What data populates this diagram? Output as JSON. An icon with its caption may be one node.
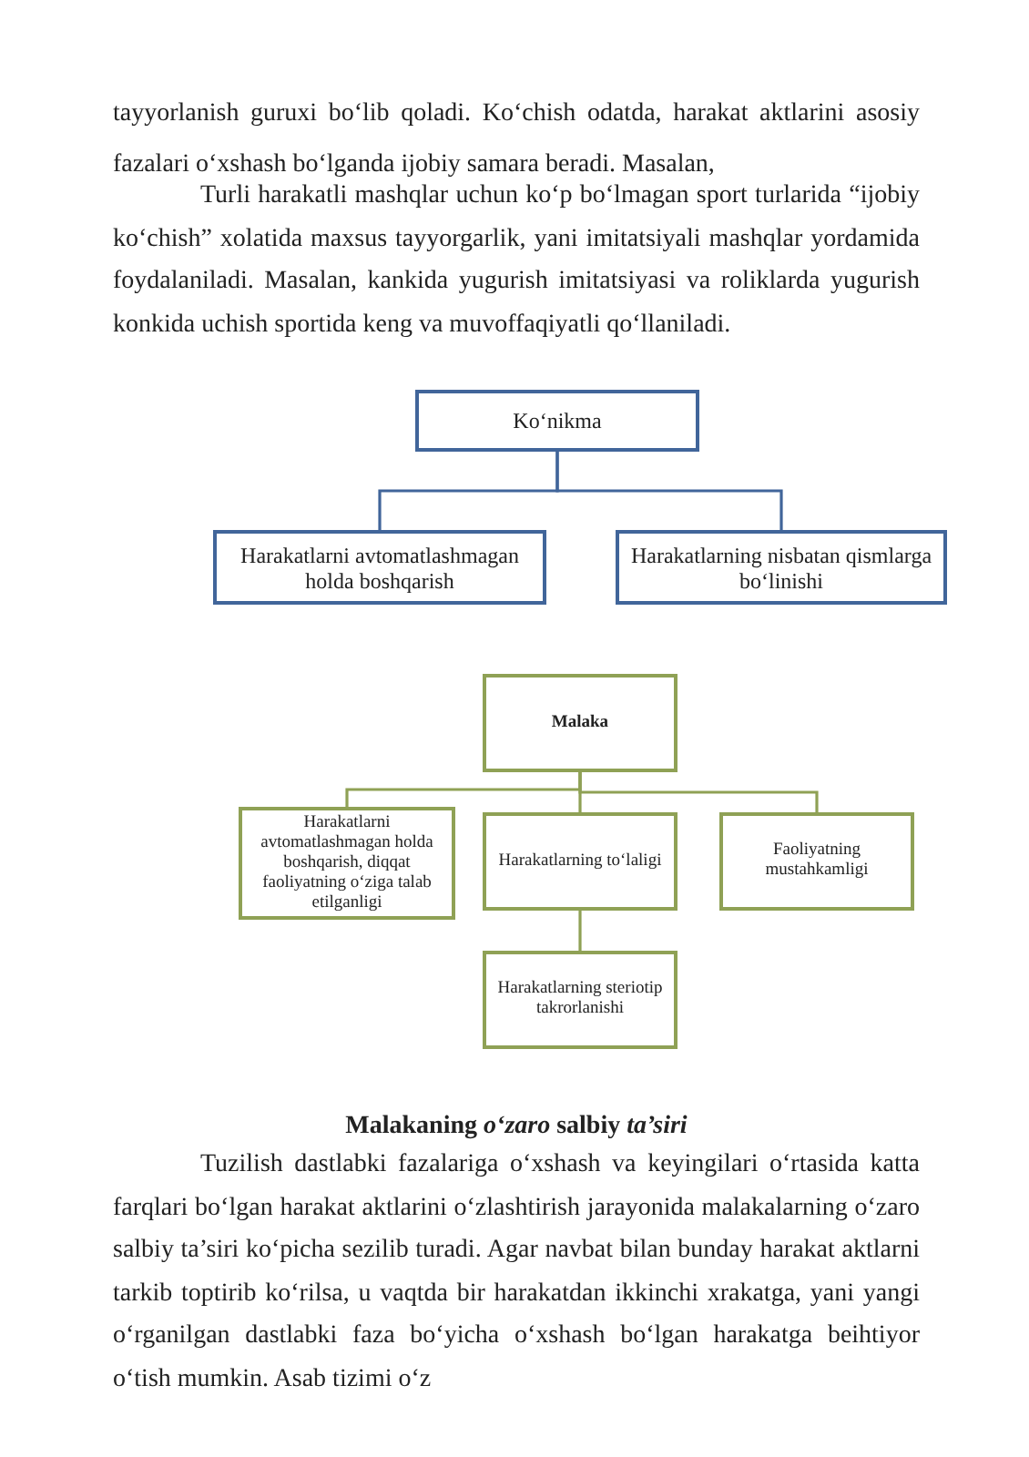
{
  "diagram": {
    "title": "Malakaning *o‘zaro* salbiy *ta’siri*",
    "nodes": [
      {
        "text": [
          "Ko‘nikma"
        ]
      },
      {
        "text": [
          "Harakatlarni avtomatlashmagan holda boshqarish"
        ]
      },
      {
        "text": [
          "Harakatlarning nisbatan qismlarga bo‘linishi"
        ]
      },
      {
        "text": [
          "Malaka"
        ]
      },
      {
        "text": [
          "Harakatlarni avtomatlashmagan holda boshqarish, diqqat faoliyatning o‘ziga talab etilganligi"
        ]
      },
      {
        "text": [
          "Harakatlarning to‘laligi"
        ]
      },
      {
        "text": [
          "Faoliyatning mustahkamligi"
        ]
      },
      {
        "text": [
          "Harakatlarning steriotip takrorlanishi"
        ]
      }
    ],
    "edges": [
      {
        "from": 0,
        "to": 1,
        "arrow": "none",
        "color": "#41659a"
      },
      {
        "from": 0,
        "to": 2,
        "arrow": "none",
        "color": "#41659a"
      },
      {
        "from": 3,
        "to": 4,
        "arrow": "none"
      },
      {
        "from": 3,
        "to": 5,
        "arrow": "none"
      },
      {
        "from": 3,
        "to": 6,
        "arrow": "none"
      },
      {
        "from": 5,
        "to": 7,
        "arrow": "none"
      }
    ],
    "labels": [
      "tayyorlanish guruxi bo‘lib qoladi. Ko‘chish odatda, harakat aktlarini asosiy fazalari o‘xshash bo‘lganda ijobiy samara beradi. Masalan,",
      "Turli harakatli mashqlar uchun ko‘p bo‘lmagan sport turlarida “ijobiy ko‘chish” xolatida maxsus tayyorgarlik, yani imitatsiyali mashqlar yordamida foydalaniladi. Masalan, kankida yugurish imitatsiyasi va roliklarda yugurish konkida uchish sportida keng va muvoffaqiyatli qo‘llaniladi.",
      "Tuzilish dastlabki fazalariga o‘xshash va keyingilari o‘rtasida katta farqlari bo‘lgan harakat aktlarini o‘zlashtirish jarayonida malakalarning o‘zaro salbiy ta’siri ko‘picha sezilib turadi. Agar navbat bilan bunday harakat aktlarni tarkib toptirib ko‘rilsa, u vaqtda bir harakatdan ikkinchi xrakatga, yani yangi o‘rganilgan dastlabki faza bo‘yicha o‘xshash bo‘lgan harakatga beihtiyor o‘tish mumkin. Asab tizimi o‘z"
    ]
  }
}
